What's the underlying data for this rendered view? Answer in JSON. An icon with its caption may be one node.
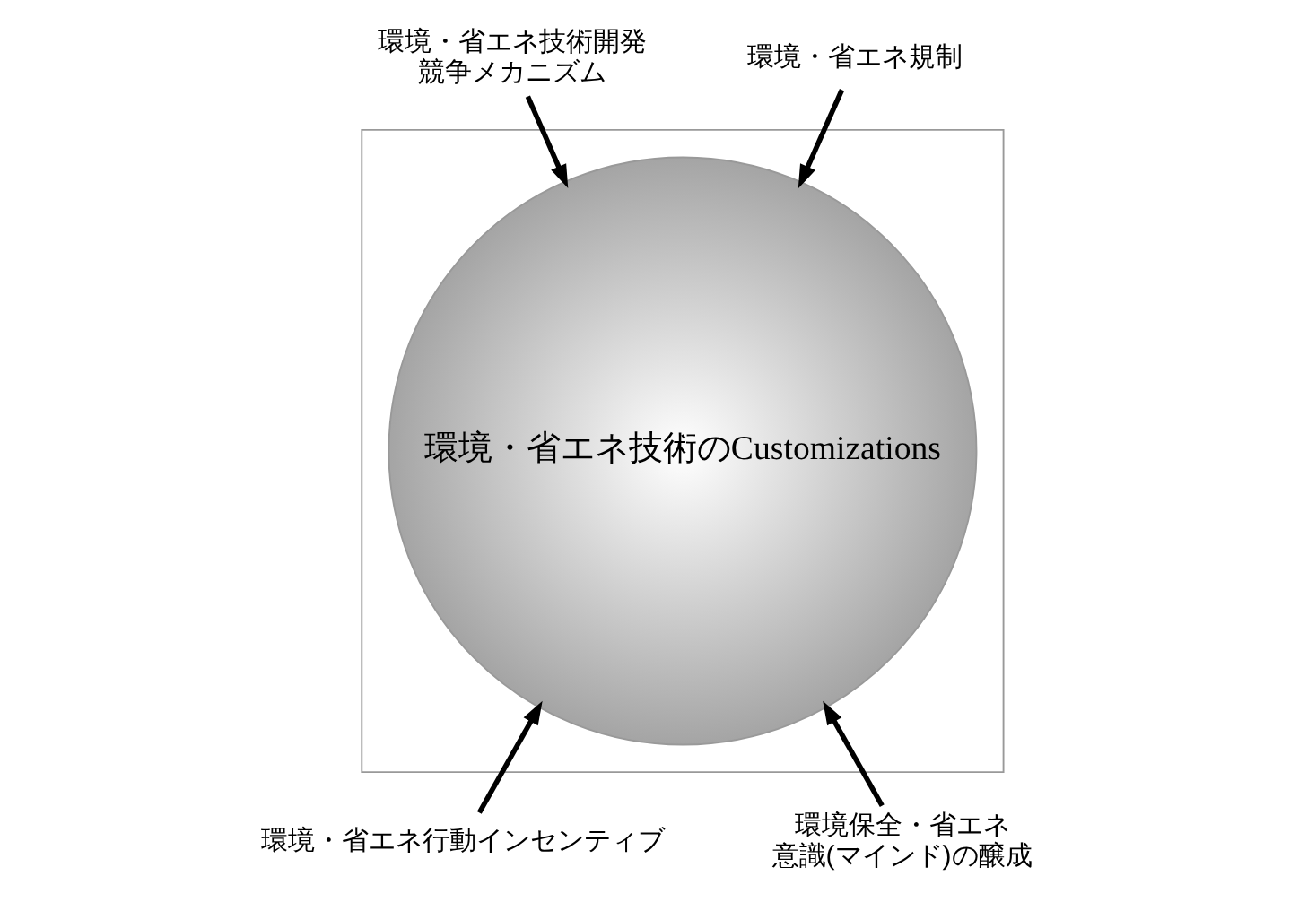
{
  "diagram": {
    "nodes": [
      {
        "text": [
          "環境・省エネ技術開発",
          "競争メカニズム"
        ]
      },
      {
        "text": [
          "環境・省エネ規制"
        ]
      },
      {
        "text": [],
        "shape": "box"
      },
      {
        "text": [
          "環境・省エネ技術のCustomizations"
        ],
        "in": 2
      },
      {
        "text": [
          "環境・省エネ行動インセンティブ"
        ]
      },
      {
        "text": [
          "環境保全・省エネ",
          "意識(マインド)の醸成"
        ]
      }
    ],
    "edges": [
      {
        "from": 0,
        "to": 3,
        "arrow": "to"
      },
      {
        "from": 1,
        "to": 3,
        "arrow": "to"
      },
      {
        "from": 4,
        "to": 3,
        "arrow": "to"
      },
      {
        "from": 5,
        "to": 3,
        "arrow": "to"
      }
    ]
  }
}
